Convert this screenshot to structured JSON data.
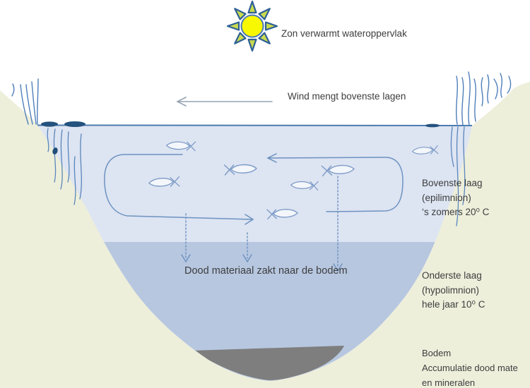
{
  "diagram": {
    "sun_label": "Zon verwarmt wateroppervlak",
    "wind_label": "Wind mengt bovenste lagen",
    "sinking_label": "Dood materiaal zakt naar de bodem",
    "epilimnion": {
      "lines": [
        "Bovenste laag",
        "(epilimnion)",
        "‘s zomers 20⁰ C"
      ]
    },
    "hypolimnion": {
      "lines": [
        "Onderste laag",
        "(hypolimnion)",
        "hele jaar 10⁰ C"
      ]
    },
    "bodem": {
      "lines": [
        "Bodem",
        "Accumulatie  dood mate",
        "en mineralen"
      ]
    }
  },
  "icons": {
    "sun": "sun-icon",
    "wind_arrow": "left-arrow-icon",
    "fish": "fish-outline-icon",
    "circulation": "circulation-loop-arrow-icon",
    "sinking_arrow": "dashed-down-arrow-icon",
    "reeds": "reeds-icon",
    "lily_pad": "lily-pad-icon"
  },
  "colors": {
    "epilimnion_water": "#dde4f2",
    "hypolimnion_water": "#b7c7e0",
    "land": "#edefdb",
    "sediment": "#7e7e7e",
    "waterline": "#4d7cb0",
    "stroke_blue": "#7b9ac6",
    "dark_blue": "#1f4e79",
    "sun_yellow": "#f8f802",
    "sun_ray_green": "#c9da4e",
    "sun_outline": "#2e6096",
    "wind_gray": "#95a3b3",
    "text": "#3d3d3d"
  }
}
